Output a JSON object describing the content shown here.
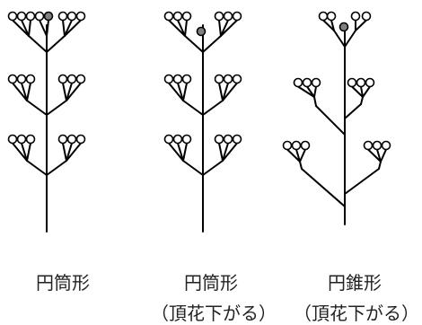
{
  "figures": [
    {
      "key": "cylindrical",
      "label": "円筒形",
      "sublabel": "",
      "terminal_flower": "raised"
    },
    {
      "key": "cylindrical-drooping",
      "label": "円筒形",
      "sublabel": "（頂花下がる）",
      "terminal_flower": "lowered"
    },
    {
      "key": "conical-drooping",
      "label": "円錐形",
      "sublabel": "（頂花下がる）",
      "terminal_flower": "lowered"
    }
  ],
  "colors": {
    "stroke": "#000000",
    "flower_fill": "#ffffff",
    "terminal_flower_fill": "#808080"
  }
}
